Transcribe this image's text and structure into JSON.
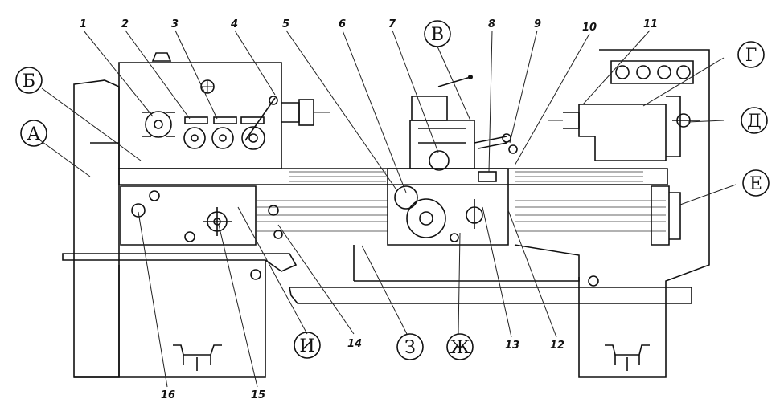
{
  "numbered_labels": [
    "1",
    "2",
    "3",
    "4",
    "5",
    "6",
    "7",
    "8",
    "9",
    "10",
    "11",
    "12",
    "13",
    "14",
    "15",
    "16"
  ],
  "letter_labels": [
    "А",
    "Б",
    "В",
    "Г",
    "Д",
    "Е",
    "Ж",
    "З",
    "И"
  ],
  "colors": {
    "ink": "#111111",
    "paper": "#ffffff"
  }
}
